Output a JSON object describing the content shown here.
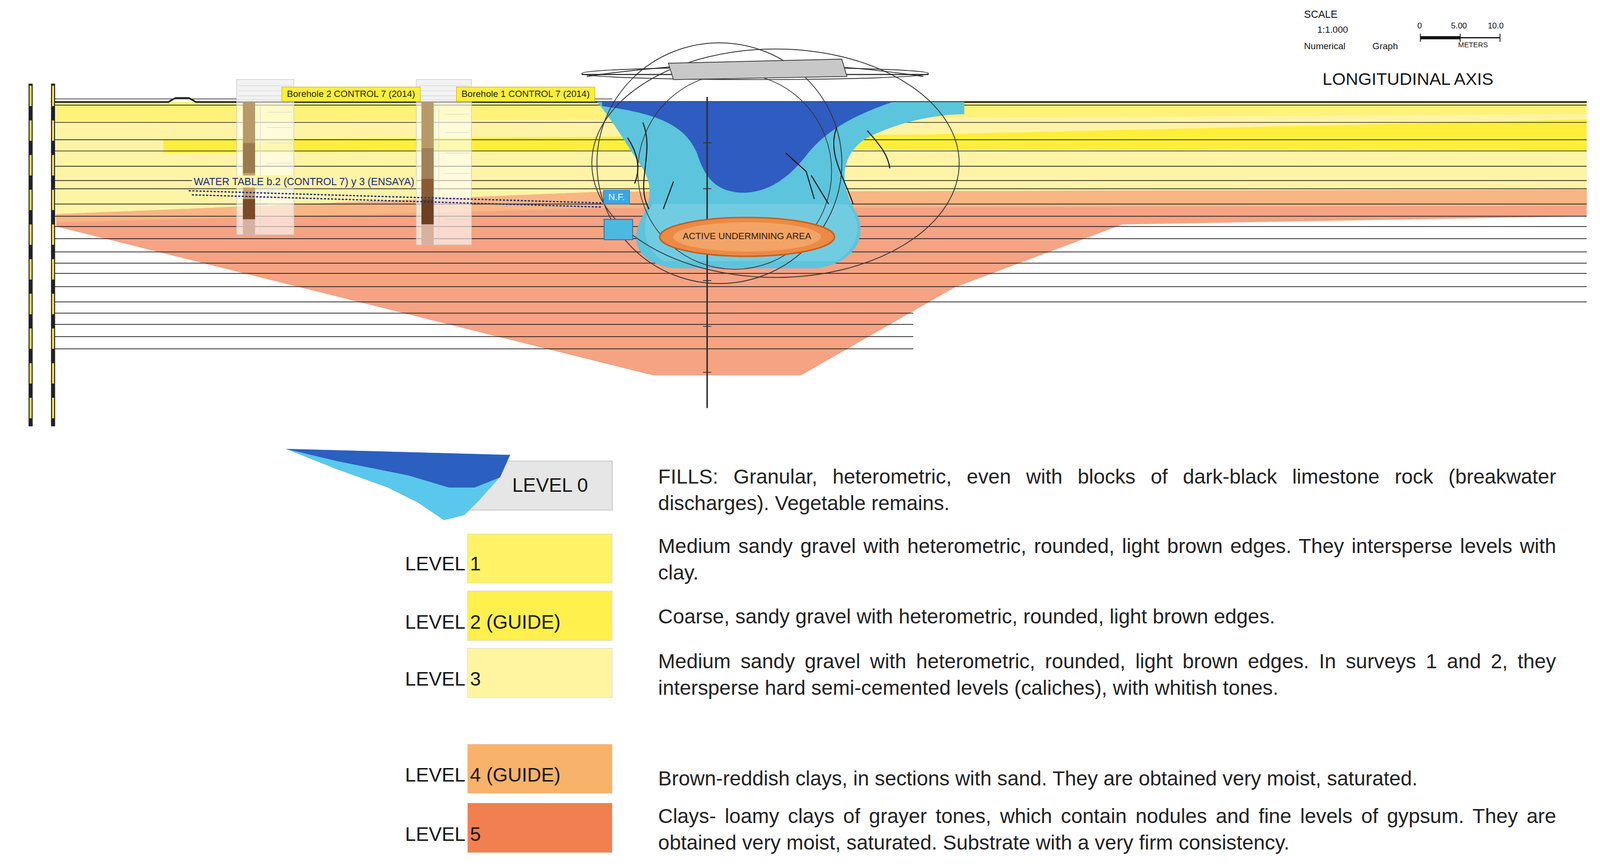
{
  "diagram": {
    "title": "LONGITUDINAL AXIS",
    "nodes": [
      {
        "text": [
          "Borehole 2 CONTROL 7 (2014)"
        ]
      },
      {
        "text": [
          "Borehole 1 CONTROL 7 (2014)"
        ]
      },
      {
        "text": [
          "N.F."
        ]
      },
      {
        "text": [
          "ACTIVE UNDERMINING AREA"
        ]
      }
    ],
    "labels": [
      "SCALE",
      "1:1.000",
      "Numerical",
      "Graph",
      "0",
      "5.00",
      "10.0",
      "METERS",
      "WATER TABLE b.2 (CONTROL 7) y 3 (ENSAYA)",
      "FILLS: Granular, heterometric, even with blocks of dark-black limestone rock (breakwater discharges). Vegetable remains.",
      "Medium sandy gravel with heterometric, rounded, light brown edges. They intersperse levels with clay.",
      "Coarse, sandy gravel with heterometric, rounded, light brown edges.",
      "Medium sandy gravel with heterometric, rounded, light brown edges. In surveys 1 and 2, they intersperse hard semi-cemented levels (caliches), with whitish tones.",
      "Brown-reddish clays, in sections with sand. They are obtained very moist, saturated.",
      "Clays- loamy clays of grayer tones, which contain nodules and fine levels of gypsum. They are obtained very moist, saturated. Substrate with a very firm consistency."
    ],
    "legend": [
      {
        "text": "LEVEL 0"
      },
      {
        "text": "LEVEL 1",
        "color": "#fff266"
      },
      {
        "text": "LEVEL 2 (GUIDE)",
        "color": "#fff04d"
      },
      {
        "text": "LEVEL 3",
        "color": "#fff5a0"
      },
      {
        "text": "LEVEL 4 (GUIDE)",
        "color": "#f9b26a"
      },
      {
        "text": "LEVEL 5",
        "color": "#f17f4f"
      }
    ]
  }
}
